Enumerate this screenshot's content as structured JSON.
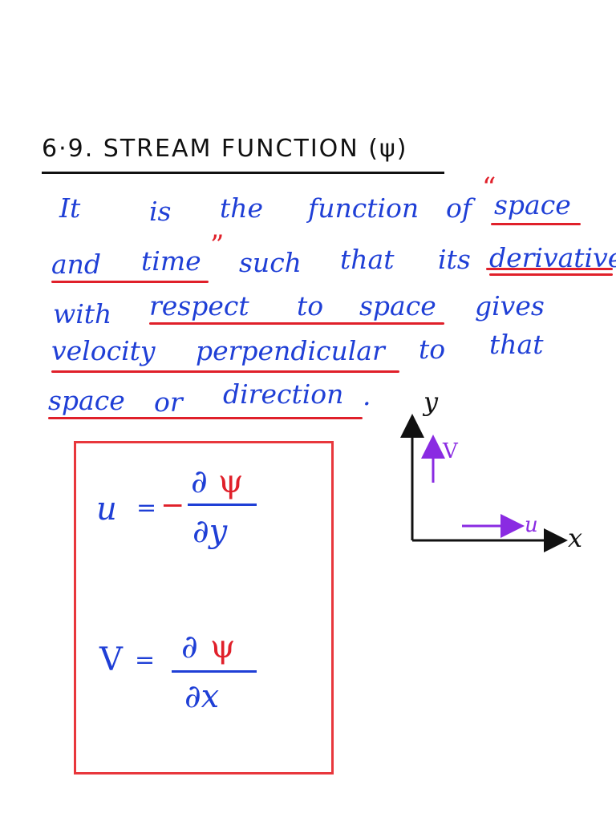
{
  "heading": "6·9.  STREAM FUNCTION (ψ)",
  "definition": {
    "line1": [
      "It",
      "is",
      "the",
      "function",
      "of",
      "“",
      "space"
    ],
    "line2": [
      "and",
      "time",
      "”",
      "such",
      "that",
      "its",
      "derivative"
    ],
    "line3": [
      "with",
      "respect",
      "to",
      "space",
      "gives"
    ],
    "line4": [
      "velocity",
      "perpendicular",
      "to",
      "that"
    ],
    "line5": [
      "space",
      "or",
      "direction",
      "."
    ]
  },
  "formulas": {
    "u": {
      "lhs": "u",
      "equals": "=",
      "sign": "−",
      "num_d": "∂",
      "num_psi": "ψ",
      "den": "∂y"
    },
    "v": {
      "lhs": "V",
      "equals": "=",
      "num_d": "∂",
      "num_psi": "ψ",
      "den": "∂x"
    }
  },
  "axes": {
    "y_label": "y",
    "x_label": "x",
    "v_label": "V",
    "u_label": "u"
  },
  "colors": {
    "ink_blue": "#1f3fd6",
    "ink_red": "#e0202a",
    "ink_black": "#111111",
    "ink_purple": "#8a2be2",
    "box_red": "#e8373c"
  }
}
